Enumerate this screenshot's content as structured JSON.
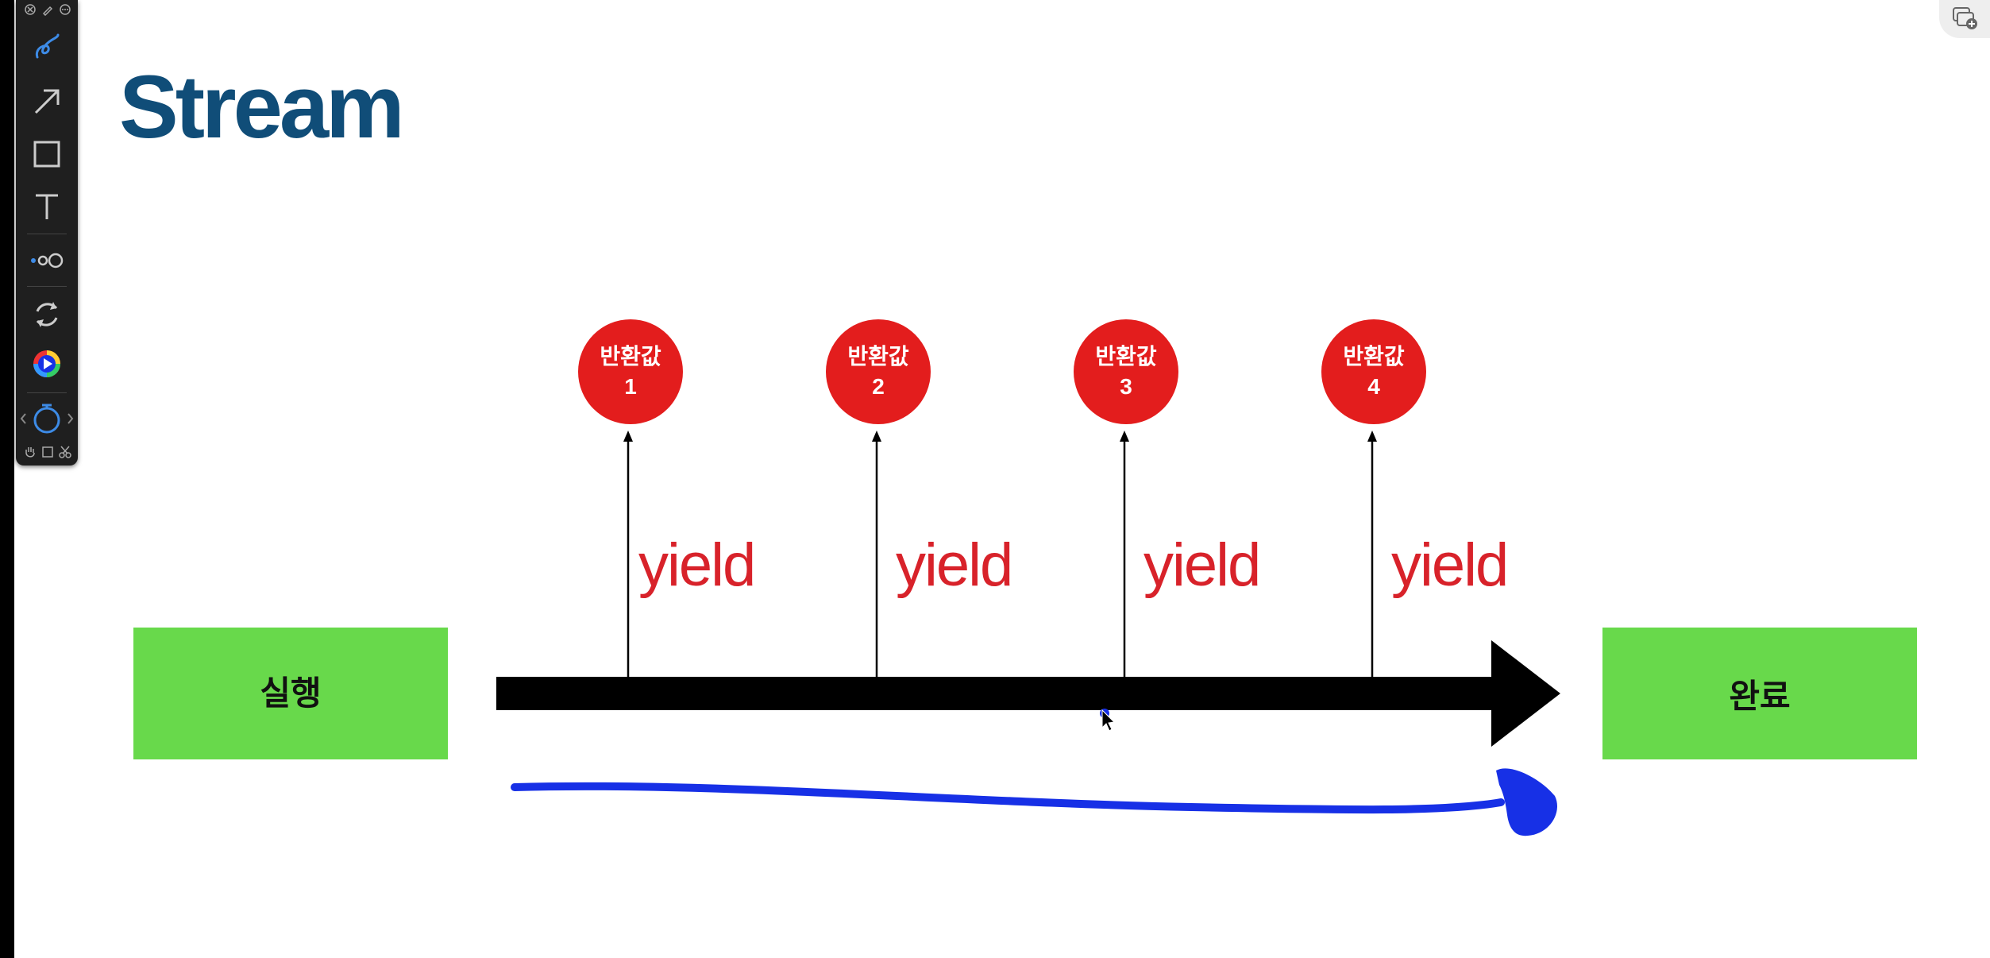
{
  "slide": {
    "title": "Stream",
    "start_label": "실행",
    "end_label": "완료",
    "yield_label": "yield",
    "returns": [
      {
        "label": "반환값",
        "number": "1"
      },
      {
        "label": "반환값",
        "number": "2"
      },
      {
        "label": "반환값",
        "number": "3"
      },
      {
        "label": "반환값",
        "number": "4"
      }
    ]
  },
  "toolbar": {
    "icons": [
      "close-icon",
      "pen-icon",
      "more-icon",
      "freehand-pen-icon",
      "arrow-tool-icon",
      "rectangle-tool-icon",
      "text-tool-icon",
      "stroke-width-icon",
      "rotate-icon",
      "color-wheel-icon",
      "stopwatch-icon",
      "hand-icon",
      "crop-icon",
      "scissors-icon"
    ]
  },
  "colors": {
    "title": "#104d78",
    "box": "#68d94b",
    "circle": "#e31d1d",
    "yield": "#d8222a",
    "annotation": "#1730e6",
    "timeline": "#000000"
  }
}
